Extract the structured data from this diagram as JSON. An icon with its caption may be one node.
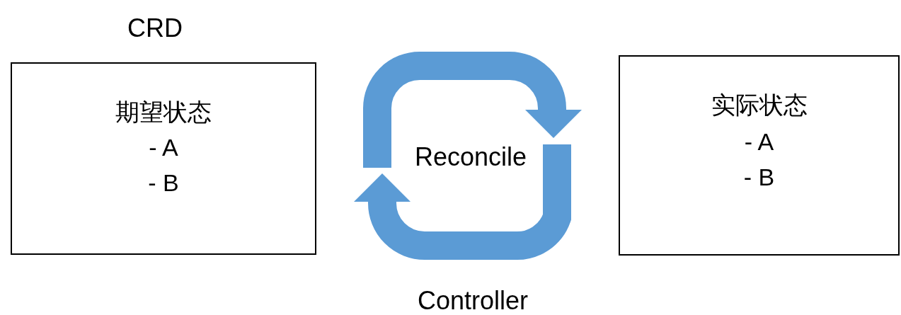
{
  "diagram": {
    "nodes": [
      {
        "text": [
          "CRD",
          "期望状态",
          "- A",
          "- B"
        ]
      },
      {
        "text": [
          "实际状态",
          "- A",
          "- B"
        ]
      }
    ],
    "labels": [
      "Reconcile",
      "Controller"
    ]
  }
}
